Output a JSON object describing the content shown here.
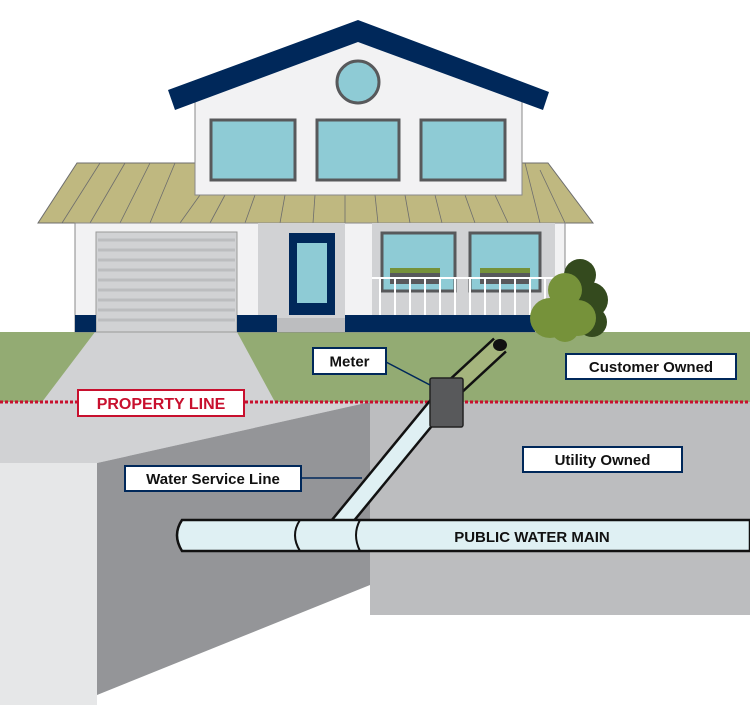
{
  "labels": {
    "meter": "Meter",
    "customer_owned": "Customer Owned",
    "property_line": "PROPERTY LINE",
    "water_service_line": "Water Service Line",
    "utility_owned": "Utility Owned",
    "public_water_main": "PUBLIC WATER MAIN"
  },
  "colors": {
    "navy": "#00285a",
    "property_line_red": "#c8102e",
    "grass": "#93ab73",
    "pipe": "#dff0f3",
    "customer_pipe": "#a5b57d",
    "meter": "#58595b"
  }
}
